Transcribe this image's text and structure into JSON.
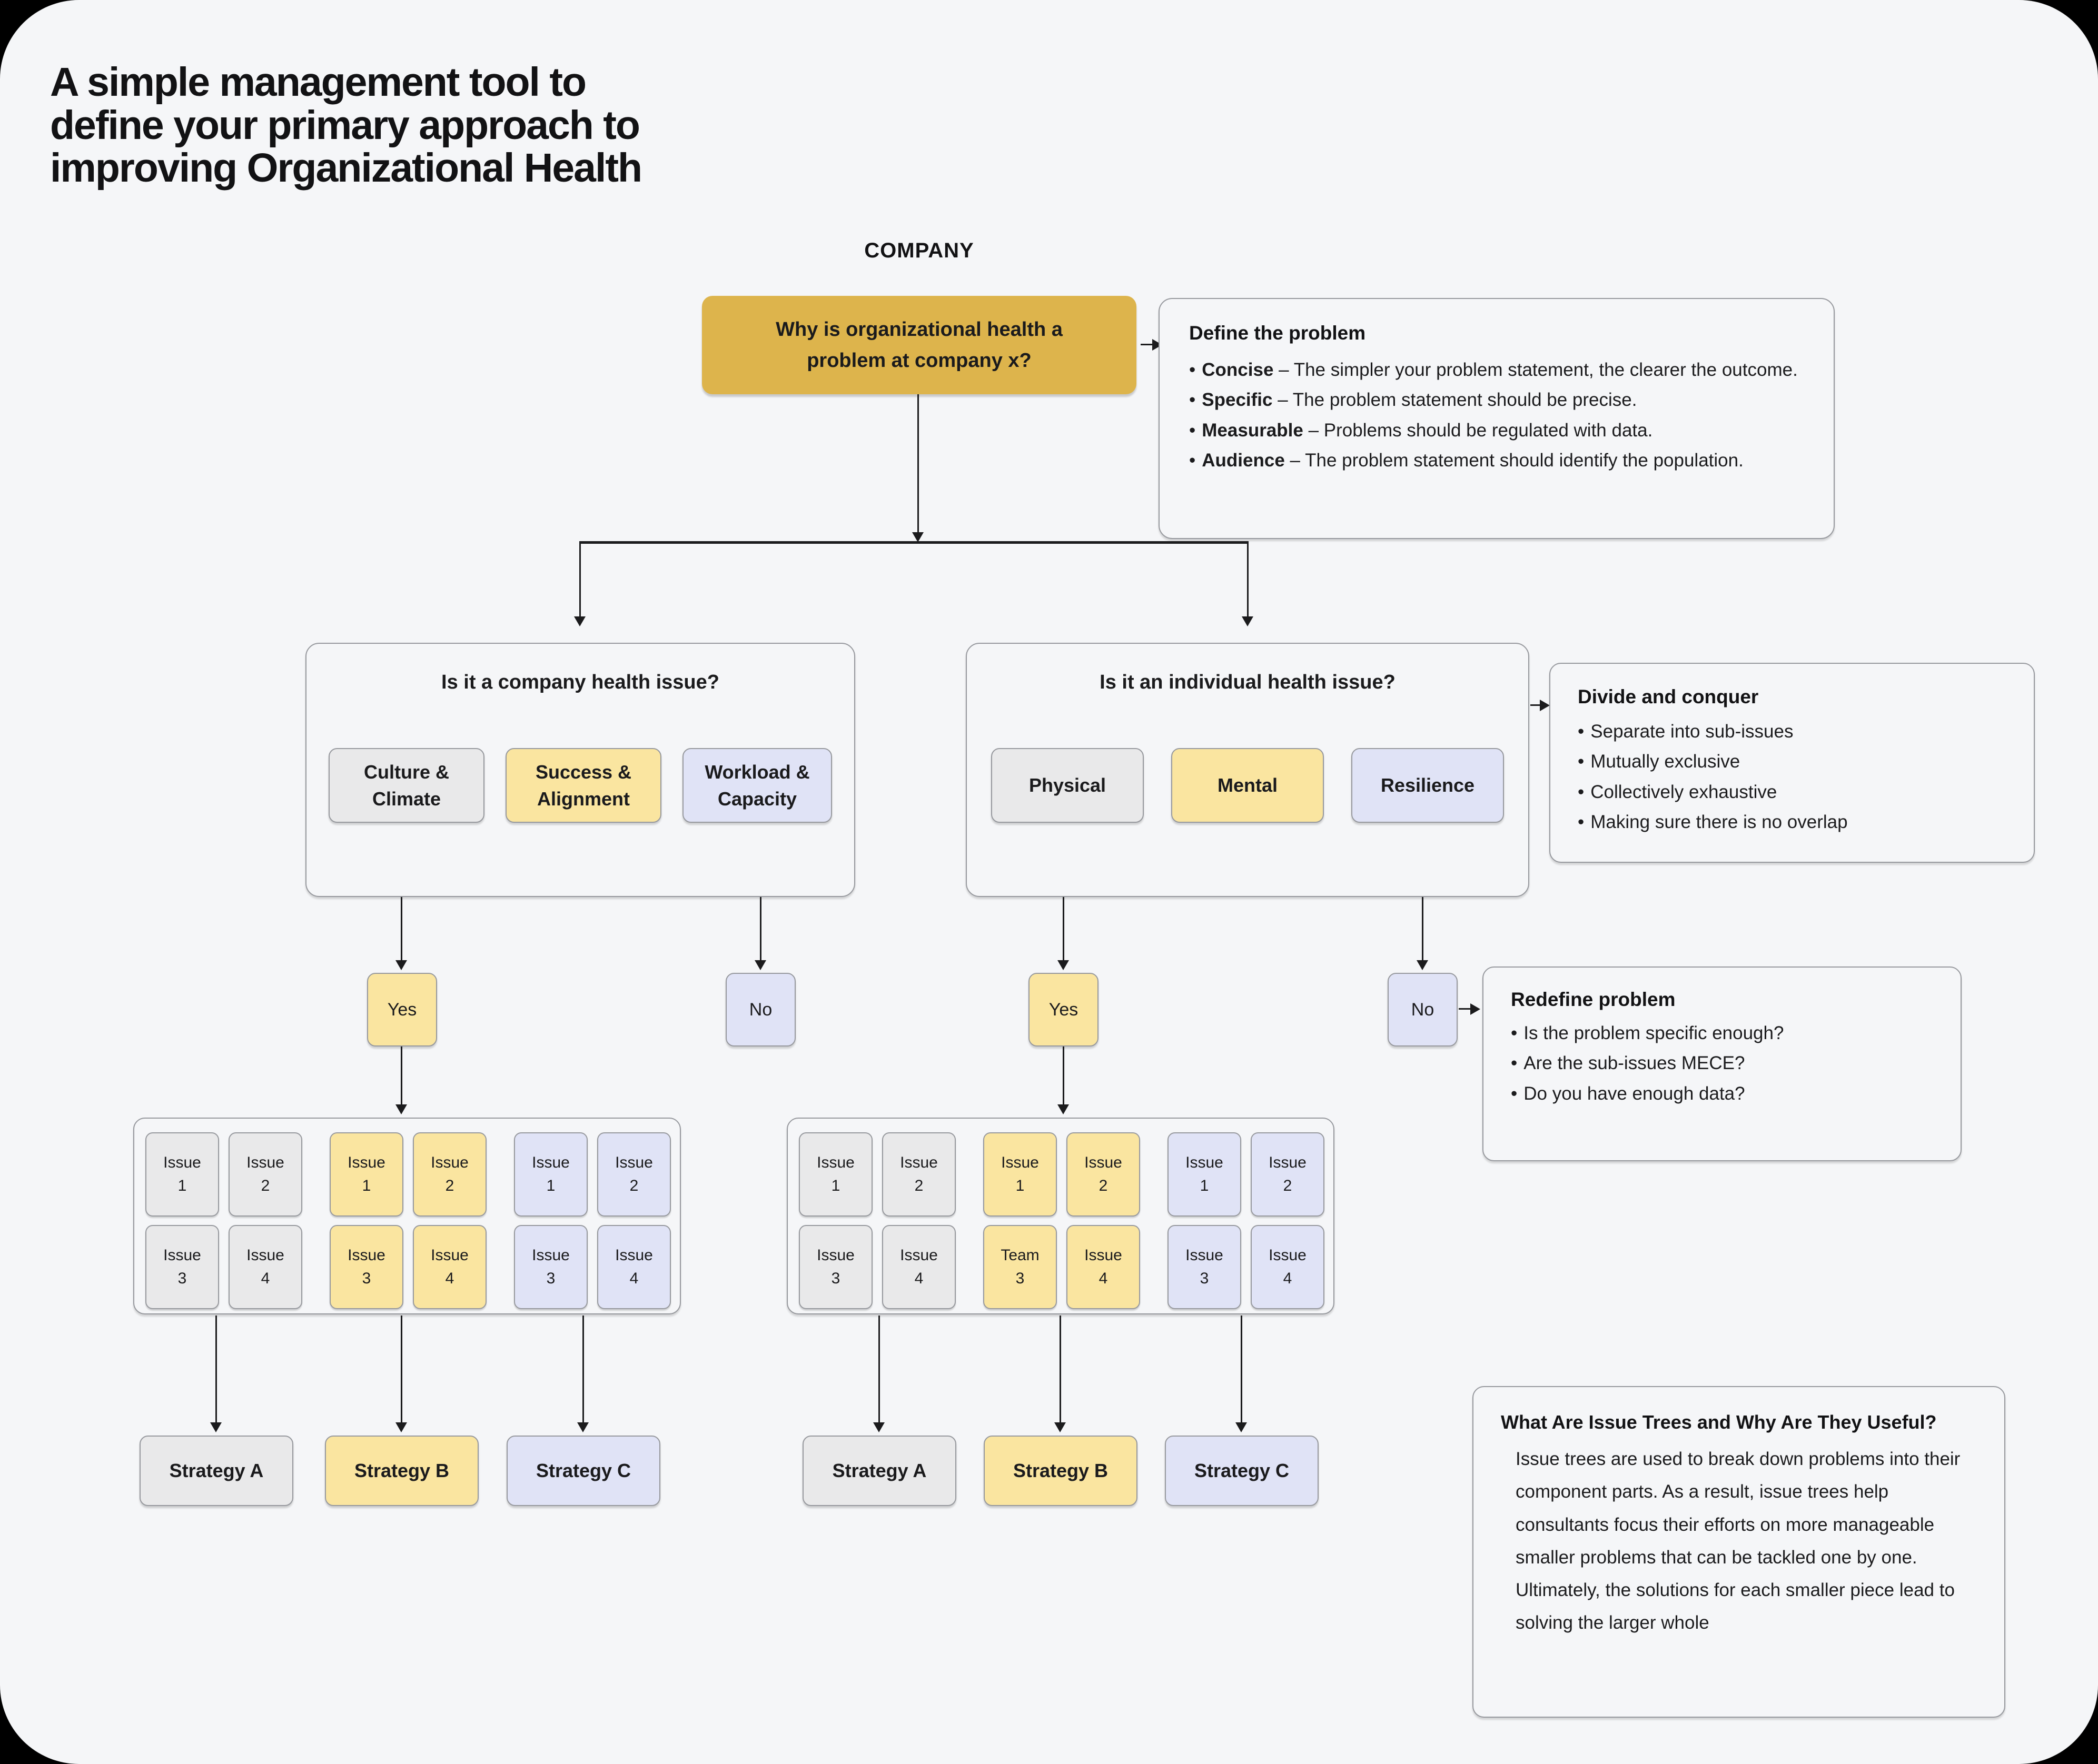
{
  "title": "A simple management tool to\ndefine your primary approach to\nimproving Organizational Health",
  "company_label": "COMPANY",
  "root_question": "Why is organizational health a problem at company x?",
  "ui": {
    "bullet": "•"
  },
  "define_problem": {
    "heading": "Define the problem",
    "bullets": [
      {
        "term": "Concise",
        "rest": " – The simpler your problem statement, the clearer the outcome."
      },
      {
        "term": "Specific",
        "rest": " – The problem statement should be precise."
      },
      {
        "term": "Measurable",
        "rest": " – Problems should be regulated with data."
      },
      {
        "term": "Audience",
        "rest": " – The problem statement should identify the population."
      }
    ]
  },
  "branches": {
    "company": {
      "question": "Is it a company health issue?",
      "options": [
        {
          "label": "Culture &\nClimate",
          "color": "gray"
        },
        {
          "label": "Success &\nAlignment",
          "color": "yellow"
        },
        {
          "label": "Workload &\nCapacity",
          "color": "lavender"
        }
      ],
      "yes": "Yes",
      "no": "No"
    },
    "individual": {
      "question": "Is it an individual health issue?",
      "options": [
        {
          "label": "Physical",
          "color": "gray"
        },
        {
          "label": "Mental",
          "color": "yellow"
        },
        {
          "label": "Resilience",
          "color": "lavender"
        }
      ],
      "yes": "Yes",
      "no": "No"
    }
  },
  "divide_conquer": {
    "heading": "Divide and conquer",
    "items": [
      "Separate into sub-issues",
      "Mutually exclusive",
      "Collectively exhaustive",
      "Making sure there is no overlap"
    ]
  },
  "redefine_problem": {
    "heading": "Redefine problem",
    "items": [
      "Is the problem specific enough?",
      "Are the sub-issues MECE?",
      "Do you have enough data?"
    ]
  },
  "grids": {
    "company": {
      "rows": [
        [
          "Issue\n1",
          "Issue\n2",
          "Issue\n1",
          "Issue\n2",
          "Issue\n1",
          "Issue\n2"
        ],
        [
          "Issue\n3",
          "Issue\n4",
          "Issue\n3",
          "Issue\n4",
          "Issue\n3",
          "Issue\n4"
        ]
      ]
    },
    "individual": {
      "rows": [
        [
          "Issue\n1",
          "Issue\n2",
          "Issue\n1",
          "Issue\n2",
          "Issue\n1",
          "Issue\n2"
        ],
        [
          "Issue\n3",
          "Issue\n4",
          "Team\n3",
          "Issue\n4",
          "Issue\n3",
          "Issue\n4"
        ]
      ]
    }
  },
  "strategies": {
    "labels": [
      "Strategy A",
      "Strategy B",
      "Strategy C"
    ]
  },
  "issue_tree_info": {
    "heading": "What Are Issue Trees and Why Are They Useful?",
    "body": "Issue trees are used to break down problems into their component parts. As a result, issue trees help consultants focus their efforts on more manageable smaller problems that can be tackled one by one. Ultimately, the solutions for each smaller piece lead to solving the larger whole"
  },
  "colors": {
    "panel-bg": "#F5F6F8",
    "gold": "#DDB44C",
    "yellow": "#FAE5A0",
    "lavender": "#E0E3F6",
    "gray": "#E9E9EA",
    "border": "#97999E",
    "line": "#1B1B1D"
  }
}
